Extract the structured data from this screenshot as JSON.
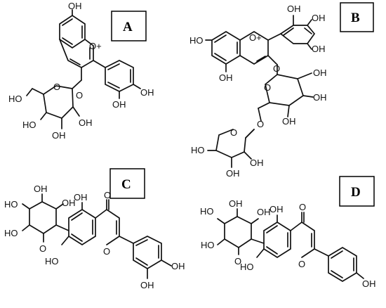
{
  "panels": [
    {
      "key": "A",
      "label": "A"
    },
    {
      "key": "B",
      "label": "B"
    },
    {
      "key": "C",
      "label": "C"
    },
    {
      "key": "D",
      "label": "D"
    }
  ],
  "atom_labels": {
    "oh": "OH",
    "ho": "HO",
    "o": "O",
    "o_plus": "O+"
  }
}
